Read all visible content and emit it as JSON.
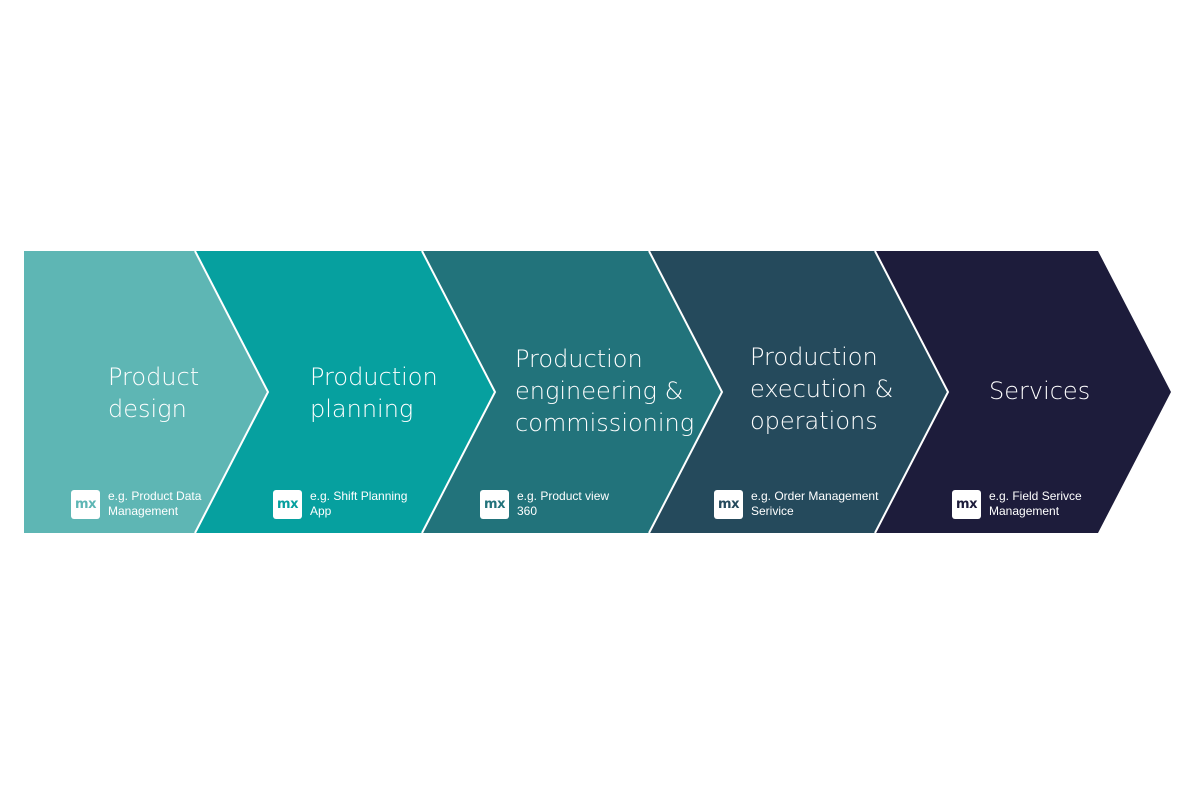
{
  "stages": [
    {
      "title_lines": [
        "Product",
        "design"
      ],
      "example_lines": [
        "e.g. Product Data",
        "Management"
      ],
      "badge": "mx",
      "color": "#5eb6b4"
    },
    {
      "title_lines": [
        "Production",
        "planning"
      ],
      "example_lines": [
        "e.g. Shift Planning",
        "App"
      ],
      "badge": "mx",
      "color": "#06a09f"
    },
    {
      "title_lines": [
        "Production",
        "engineering &",
        "commissioning"
      ],
      "example_lines": [
        "e.g. Product view",
        "360"
      ],
      "badge": "mx",
      "color": "#22737b"
    },
    {
      "title_lines": [
        "Production",
        "execution &",
        "operations"
      ],
      "example_lines": [
        "e.g. Order Management",
        "Serivice"
      ],
      "badge": "mx",
      "color": "#254a5c"
    },
    {
      "title_lines": [
        "Services"
      ],
      "example_lines": [
        "e.g. Field Serivce",
        "Management"
      ],
      "badge": "mx",
      "color": "#1d1c3b"
    }
  ],
  "badge_icon": "mendix-logo-icon"
}
